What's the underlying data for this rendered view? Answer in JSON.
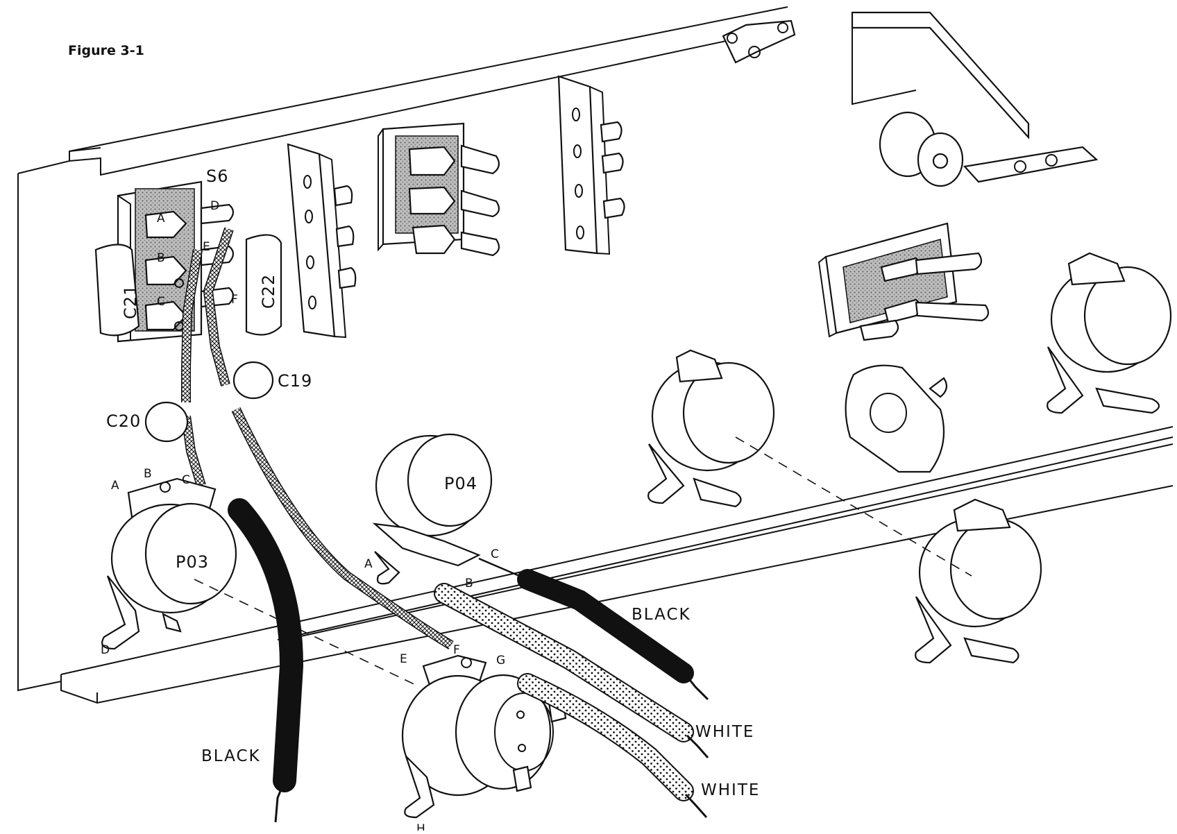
{
  "figure": {
    "title": "Figure 3-1"
  },
  "components": {
    "switch_s6": "S6",
    "cap_c21": "C21",
    "cap_c22": "C22",
    "cap_c19": "C19",
    "cap_c20": "C20",
    "pot_p03": "P03",
    "pot_p04": "P04"
  },
  "lugs": {
    "s6": [
      "A",
      "B",
      "C",
      "D",
      "E",
      "F"
    ],
    "p03": [
      "A",
      "B",
      "C",
      "D"
    ],
    "p04": [
      "A",
      "B",
      "C"
    ],
    "lower": [
      "E",
      "F",
      "G",
      "H"
    ]
  },
  "wires": {
    "black_left": "BLACK",
    "black_right": "BLACK",
    "white_upper": "WHITE",
    "white_lower": "WHITE"
  },
  "colors": {
    "ink": "#111111",
    "background": "#ffffff",
    "shading": "#9a9a9a"
  }
}
